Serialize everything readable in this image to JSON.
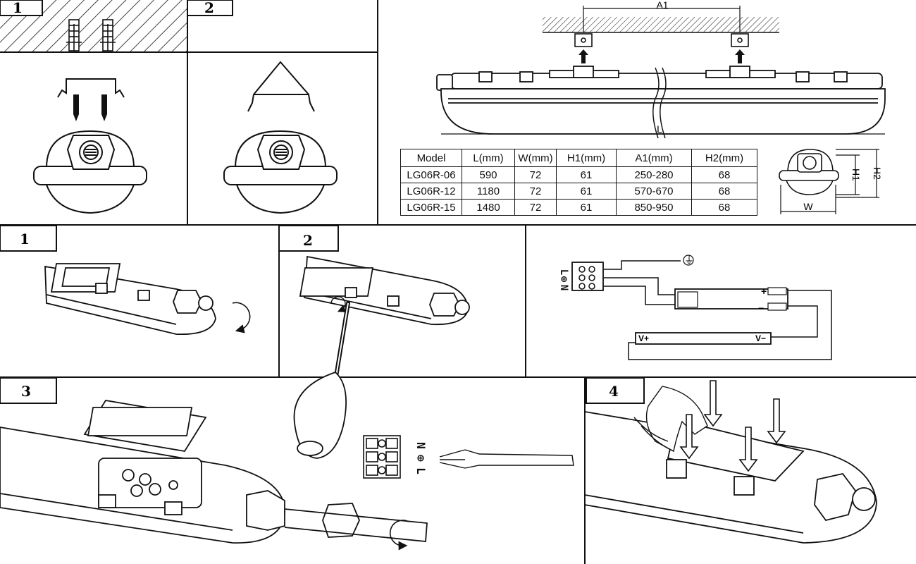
{
  "steps": {
    "mount_1": "1",
    "mount_2": "2",
    "open_1": "1",
    "open_2": "2",
    "wire_3": "3",
    "close_4": "4"
  },
  "dimension_labels": {
    "a1": "A1",
    "l": "L",
    "w": "W",
    "h1": "H1",
    "h2": "H2"
  },
  "table": {
    "headers": [
      "Model",
      "L(mm)",
      "W(mm)",
      "H1(mm)",
      "A1(mm)",
      "H2(mm)"
    ],
    "rows": [
      [
        "LG06R-06",
        "590",
        "72",
        "61",
        "250-280",
        "68"
      ],
      [
        "LG06R-12",
        "1180",
        "72",
        "61",
        "570-670",
        "68"
      ],
      [
        "LG06R-15",
        "1480",
        "72",
        "61",
        "850-950",
        "68"
      ]
    ]
  },
  "terminal_labels": {
    "wiring_diagram": [
      "L",
      "⊕",
      "N"
    ],
    "terminal_block": [
      "N",
      "⊕",
      "L"
    ]
  },
  "driver_labels": {
    "plus": "+",
    "minus": "−",
    "v_plus": "V+",
    "v_minus": "V−"
  }
}
